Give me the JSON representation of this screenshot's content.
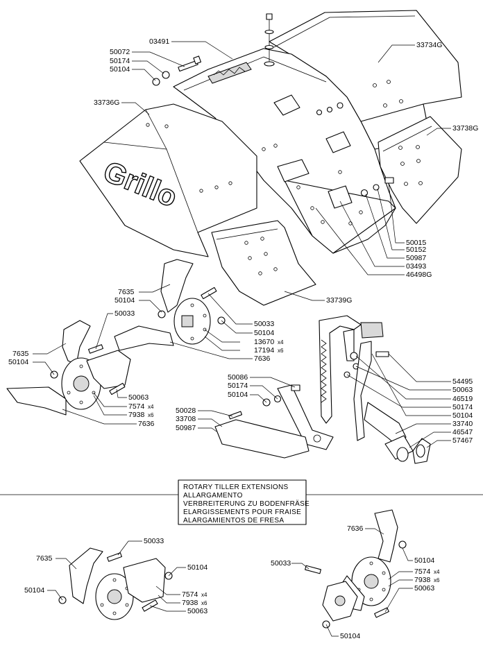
{
  "brand_logo": "Grillo",
  "title_block": {
    "lines": [
      "ROTARY TILLER EXTENSIONS",
      "ALLARGAMENTO",
      "VERBREITERUNG ZU BODENFRÄSE",
      "ELARGISSEMENTS POUR FRAISE",
      "ALARGAMIENTOS DE FRESA"
    ]
  },
  "labels": {
    "p03491": "03491",
    "p50072": "50072",
    "p50174_a": "50174",
    "p50104_a": "50104",
    "p33736G": "33736G",
    "p33734G": "33734G",
    "p33738G": "33738G",
    "p50015": "50015",
    "p50152": "50152",
    "p50987_a": "50987",
    "p03493": "03493",
    "p46498G": "46498G",
    "p33739G": "33739G",
    "p7635_a": "7635",
    "p50104_b": "50104",
    "p50033_a": "50033",
    "p50033_b": "50033",
    "p50104_c": "50104",
    "p13670": "13670",
    "p13670_qty": "x4",
    "p17194": "17194",
    "p17194_qty": "x6",
    "p7636_a": "7636",
    "p7635_b": "7635",
    "p50104_d": "50104",
    "p50063_a": "50063",
    "p7574_a": "7574",
    "p7574_a_qty": "x4",
    "p7938_a": "7938",
    "p7938_a_qty": "x6",
    "p7636_b": "7636",
    "p50086": "50086",
    "p50174_b": "50174",
    "p50104_e": "50104",
    "p50028": "50028",
    "p33708": "33708",
    "p50987_b": "50987",
    "p54495": "54495",
    "p50063_b": "50063",
    "p46519": "46519",
    "p50174_c": "50174",
    "p50104_f": "50104",
    "p33740": "33740",
    "p46547": "46547",
    "p57467": "57467",
    "p50033_c": "50033",
    "p7635_c": "7635",
    "p50104_g": "50104",
    "p50104_h": "50104",
    "p7574_b": "7574",
    "p7574_b_qty": "x4",
    "p7938_b": "7938",
    "p7938_b_qty": "x6",
    "p50063_c": "50063",
    "p7636_c": "7636",
    "p50033_d": "50033",
    "p50104_i": "50104",
    "p7574_c": "7574",
    "p7574_c_qty": "x4",
    "p7938_c": "7938",
    "p7938_c_qty": "x6",
    "p50063_d": "50063",
    "p50104_j": "50104"
  }
}
